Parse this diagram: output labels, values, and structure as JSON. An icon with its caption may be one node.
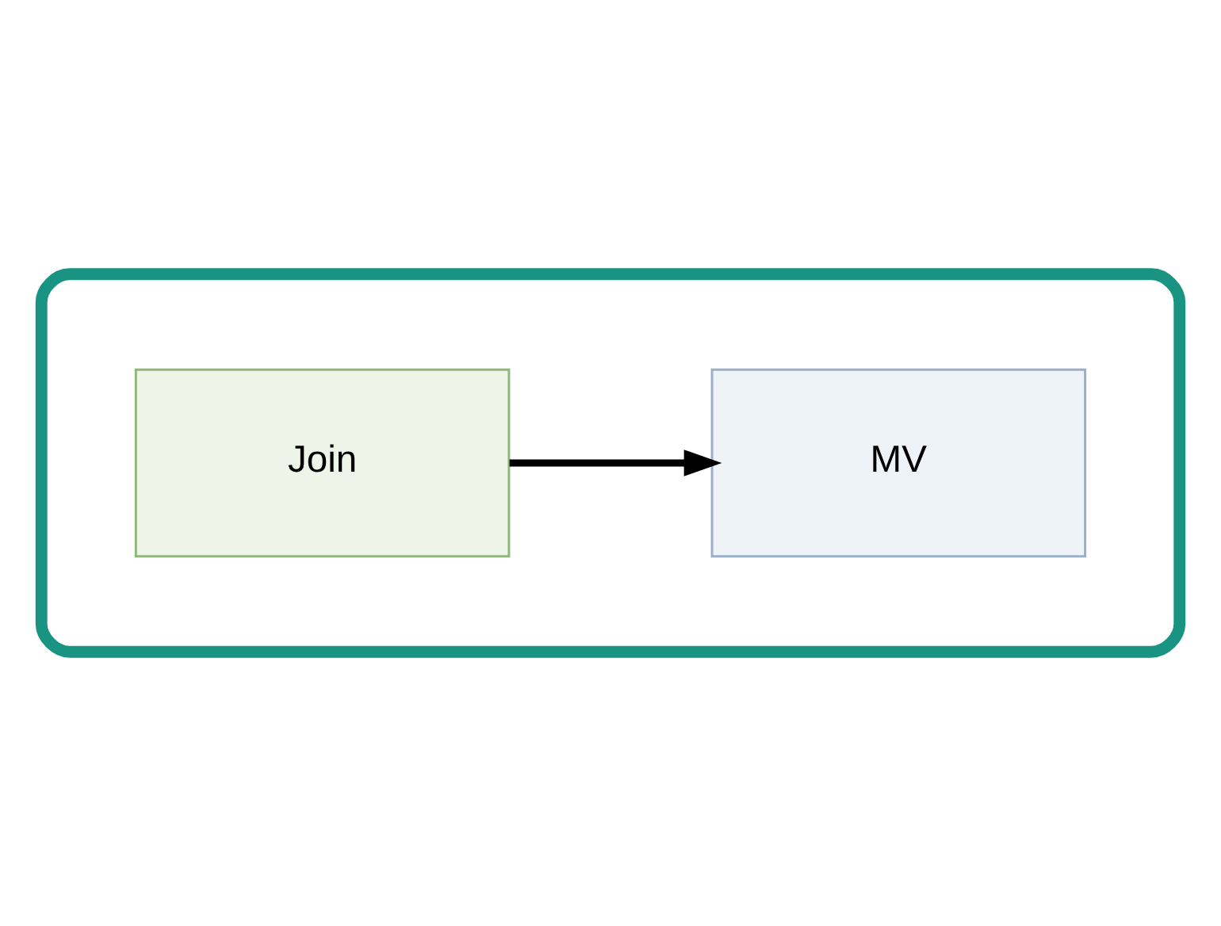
{
  "diagram": {
    "nodes": [
      {
        "text": [],
        "shape": "ellipse"
      },
      {
        "text": [
          "Join"
        ],
        "in": 0
      },
      {
        "text": [
          "MV"
        ],
        "in": 0
      }
    ],
    "edges": [
      {
        "from": 1,
        "to": 2,
        "arrow": "to"
      }
    ]
  }
}
